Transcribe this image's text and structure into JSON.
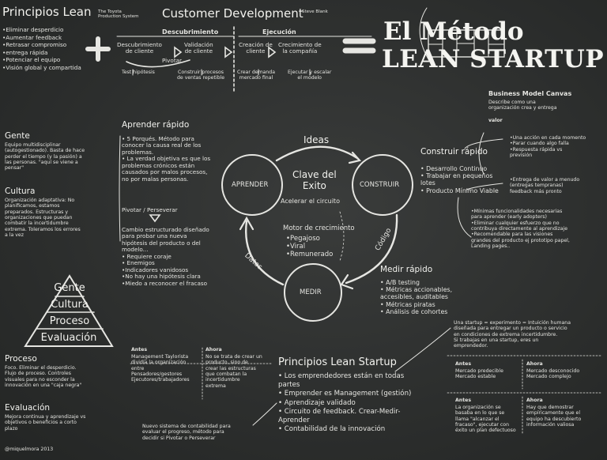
{
  "lean_principles": {
    "title": "Principios Lean",
    "subtitle": "The Toyota\nProduction System",
    "items": "•Eliminar desperdicio\n•Aumentar feedback\n•Retrasar compromiso\n•entrega rápida\n•Potenciar el equipo\n•Visión global y compartida"
  },
  "customer_dev": {
    "title": "Customer Development",
    "author": "Steve Blank",
    "discovery": "Descubrimiento",
    "execution": "Ejecución",
    "steps": [
      "Descubrimiento\nde cliente",
      "Validación\nde cliente",
      "Creación de\ncliente",
      "Crecimiento de\nla compañía"
    ],
    "pivot": "Pivotar",
    "subs": [
      "Test hipótesis",
      "Construir procesos\nde ventas repetible",
      "Crear demanda\nmercado final",
      "Ejecutar y escalar\nel modelo"
    ]
  },
  "main_title": {
    "line1": "El Método",
    "line2": "LEAN STARTUP"
  },
  "bmc": {
    "title": "Business Model Canvas",
    "desc": "Describe como una\norganización crea y entrega",
    "value": "valor"
  },
  "people": {
    "title": "Gente",
    "text": "Equipo multidisciplinar\n(autogestionado). Basta de hace\nperder el tiempo (y la pasión) a\nlas personas. \"aquí se viene a\npensar\""
  },
  "culture": {
    "title": "Cultura",
    "text": "Organización adaptativa: No\nplanificamos, estamos\npreparados. Estructuras y\norganizaciones que puedan\ncombatir la incertidumbre\nextrema. Toleramos los errores\na la vez"
  },
  "pyramid": [
    "Gente",
    "Cultura",
    "Proceso",
    "Evaluación"
  ],
  "process": {
    "title": "Proceso",
    "text": "Foco. Eliminar el desperdicio.\nFlujo de proceso. Controles\nvisuales para no esconder la\ninnovación en una \"caja negra\""
  },
  "evaluation": {
    "title": "Evaluación",
    "text": "Mejora continua y aprendizaje vs\nobjetivos o beneficios a corto\nplazo"
  },
  "author": "@miquelmora 2013",
  "learn": {
    "title": "Aprender rápido",
    "items": "• 5 Porqués. Método para\nconocer la causa real de los\nproblemas.\n• La verdad objetiva es que los\nproblemas crónicos están\ncausados por malos procesos,\nno por malas personas.",
    "pivot": "Pivotar  /  Perseverar",
    "pivot_text": "Cambio estructurado diseñado\npara probar una nueva\nhipótesis del producto o del\nmodelo...\n• Requiere coraje\n• Enemigos\n  •Indicadores vanidosos\n  •No hay una hipótesis clara\n  •Miedo a reconocer el fracaso"
  },
  "cycle": {
    "ideas": "Ideas",
    "learn": "APRENDER",
    "build": "CONSTRUIR",
    "measure": "MEDIR",
    "center": "Clave del\nExito",
    "accelerate": "Acelerar el circuito",
    "code": "Código",
    "data": "Datos",
    "growth_title": "Motor de crecimiento",
    "growth_items": "•Pegajoso\n•Viral\n•Remunerado"
  },
  "build": {
    "title": "Construir rápido",
    "items": "• Desarrollo Continuo\n• Trabajar en pequeños\nlotes\n• Producto Mínimo Viable",
    "notes1": "•Una acción en cada momento\n•Parar cuando algo falla\n•Respuesta rápida vs\nprevisión",
    "notes2": "•Entrega de valor a menudo\n(entregas tempranas)\nfeedback más pronto",
    "mvp_notes": "•Mínimas funcionalidades necesarias\npara aprender (early adopters)\n•Eliminar cualquier esfuerzo que no\ncontribuya directamente al aprendizaje\n•Recomendable para las visiones\ngrandes del producto ej prototipo papel,\nLanding pages.."
  },
  "measure": {
    "title": "Medir rápido",
    "items": "• A/B testing\n• Métricas accionables,\naccesibles, auditables\n• Métricas piratas\n• Análisis de cohortes"
  },
  "startup_eq": "Una startup = experimento = Intuición humana\ndiseñada para entregar un producto o servicio\nen condiciones de extrema incertidumbre.\nSi trabajas en una startup, eres un\nemprendedor.",
  "compare1": {
    "before_h": "Antes",
    "before": "Mercado predecible\nMercado estable",
    "now_h": "Ahora",
    "now": "Mercado desconocido\nMercado complejo"
  },
  "compare2": {
    "before_h": "Antes",
    "before": "La organización se\nbasaba en lo que se\nllama \"alcanzar el\nfracaso\", ejecutar con\néxito un plan defectuoso",
    "now_h": "Ahora",
    "now": "Hay que demostrar\nempíricamente que el\nequipo ha descubierto\ninformación valiosa"
  },
  "compare3": {
    "before_h": "Antes",
    "before": "Management Taylorista\ndividía la organización\nentre\nPensadores/gestores\nEjecutores/trabajadores",
    "now_h": "Ahora",
    "now": "No se trata de crear un\nproducto, sino de\ncrear las estructuras\nque combatan la\nincertidumbre\nextrema"
  },
  "accounting_note": "Nuevo sistema de contabilidad para\nevaluar el progreso, método para\ndecidir si Pivotar o Perseverar",
  "lsp": {
    "title": "Principios Lean Startup",
    "items": "• Los emprendedores están en todas\npartes\n• Emprender es Management (gestión)\n• Aprendizaje validado\n• Circuito de feedback. Crear-Medir-\nAprender\n• Contabilidad de la innovación"
  }
}
